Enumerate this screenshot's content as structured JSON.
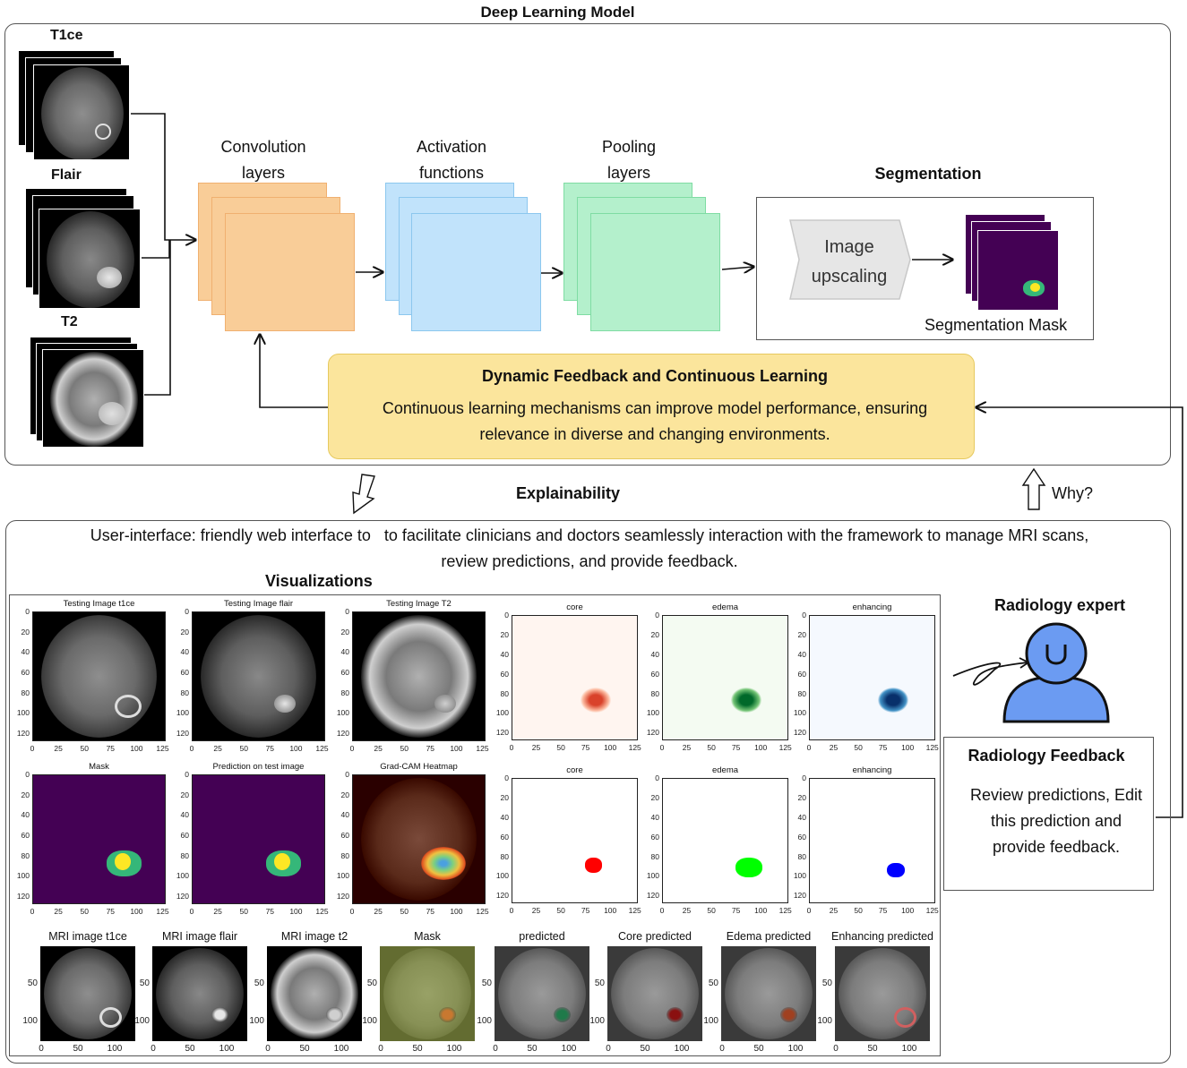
{
  "title": "Deep Learning Model",
  "inputs": {
    "t1ce": "T1ce",
    "flair": "Flair",
    "t2": "T2"
  },
  "layers": {
    "conv": [
      "Convolution",
      "layers"
    ],
    "activation": [
      "Activation",
      "functions"
    ],
    "pooling": [
      "Pooling",
      "layers"
    ]
  },
  "segmentation": {
    "title": "Segmentation",
    "upscale": [
      "Image",
      "upscaling"
    ],
    "mask_label": "Segmentation Mask"
  },
  "feedback_box": {
    "title": "Dynamic Feedback and Continuous Learning",
    "line1": "Continuous learning mechanisms can improve model performance, ensuring",
    "line2": "relevance in diverse and changing environments."
  },
  "explainability": "Explainability",
  "why": "Why?",
  "ui_text": {
    "line1": "User-interface: friendly web interface to   to facilitate clinicians and doctors seamlessly interaction with the framework to manage MRI scans,",
    "line2": "review predictions, and provide feedback."
  },
  "visualizations": "Visualizations",
  "radiology": {
    "expert": "Radiology expert",
    "feedback_title": "Radiology Feedback",
    "feedback_lines": [
      "Review predictions, Edit",
      "this prediction and",
      "provide feedback."
    ]
  },
  "row1_titles": [
    "Testing Image t1ce",
    "Testing Image flair",
    "Testing Image T2",
    "core",
    "edema",
    "enhancing"
  ],
  "row2_titles": [
    "Mask",
    "Prediction on test image",
    "Grad-CAM Heatmap",
    "core",
    "edema",
    "enhancing"
  ],
  "row3_titles": [
    "MRI image t1ce",
    "MRI image flair",
    "MRI image t2",
    "Mask",
    "predicted",
    "Core predicted",
    "Edema predicted",
    "Enhancing predicted"
  ],
  "y_ticks": [
    "0",
    "20",
    "40",
    "60",
    "80",
    "100",
    "120"
  ],
  "x_ticks": [
    "0",
    "25",
    "50",
    "75",
    "100",
    "125"
  ],
  "row3_y_ticks": [
    "50",
    "100"
  ],
  "row3_x_ticks": [
    "0",
    "50",
    "100"
  ],
  "colors": {
    "conv": "#f9cd98",
    "conv_border": "#f0b070",
    "activation": "#c1e3fb",
    "activation_border": "#8cc7ee",
    "pooling": "#b4f0cc",
    "pooling_border": "#7fdca3",
    "feedback_bg": "#fbe59c",
    "feedback_border": "#e6c95f",
    "mask_bg": "#440154",
    "mask_green": "#35b779",
    "mask_yellow": "#fde725",
    "person": "#6b9bf2"
  }
}
